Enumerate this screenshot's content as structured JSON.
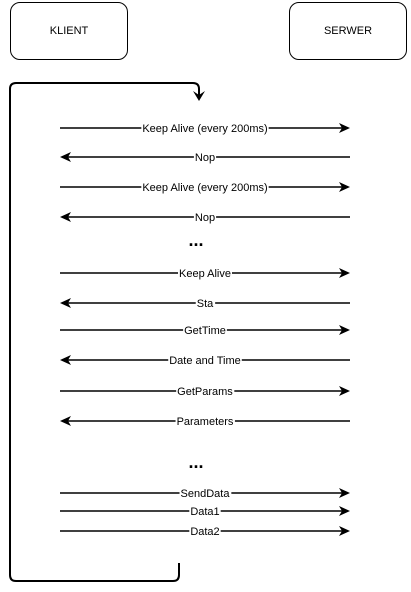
{
  "participants": {
    "client": "KLIENT",
    "server": "SERWER"
  },
  "colors": {
    "line": "#000000",
    "background": "#ffffff"
  },
  "messages": [
    {
      "label": "Keep Alive (every 200ms)",
      "direction": "right"
    },
    {
      "label": "Nop",
      "direction": "left"
    },
    {
      "label": "Keep Alive (every 200ms)",
      "direction": "right"
    },
    {
      "label": "Nop",
      "direction": "left"
    },
    {
      "label": "...",
      "direction": "ellipsis"
    },
    {
      "label": "Keep Alive",
      "direction": "right"
    },
    {
      "label": "Sta",
      "direction": "left"
    },
    {
      "label": "GetTime",
      "direction": "right"
    },
    {
      "label": "Date and Time",
      "direction": "left"
    },
    {
      "label": "GetParams",
      "direction": "right"
    },
    {
      "label": "Parameters",
      "direction": "left"
    },
    {
      "label": "...",
      "direction": "ellipsis"
    },
    {
      "label": "SendData",
      "direction": "right"
    },
    {
      "label": "Data1",
      "direction": "right"
    },
    {
      "label": "Data2",
      "direction": "right"
    }
  ]
}
